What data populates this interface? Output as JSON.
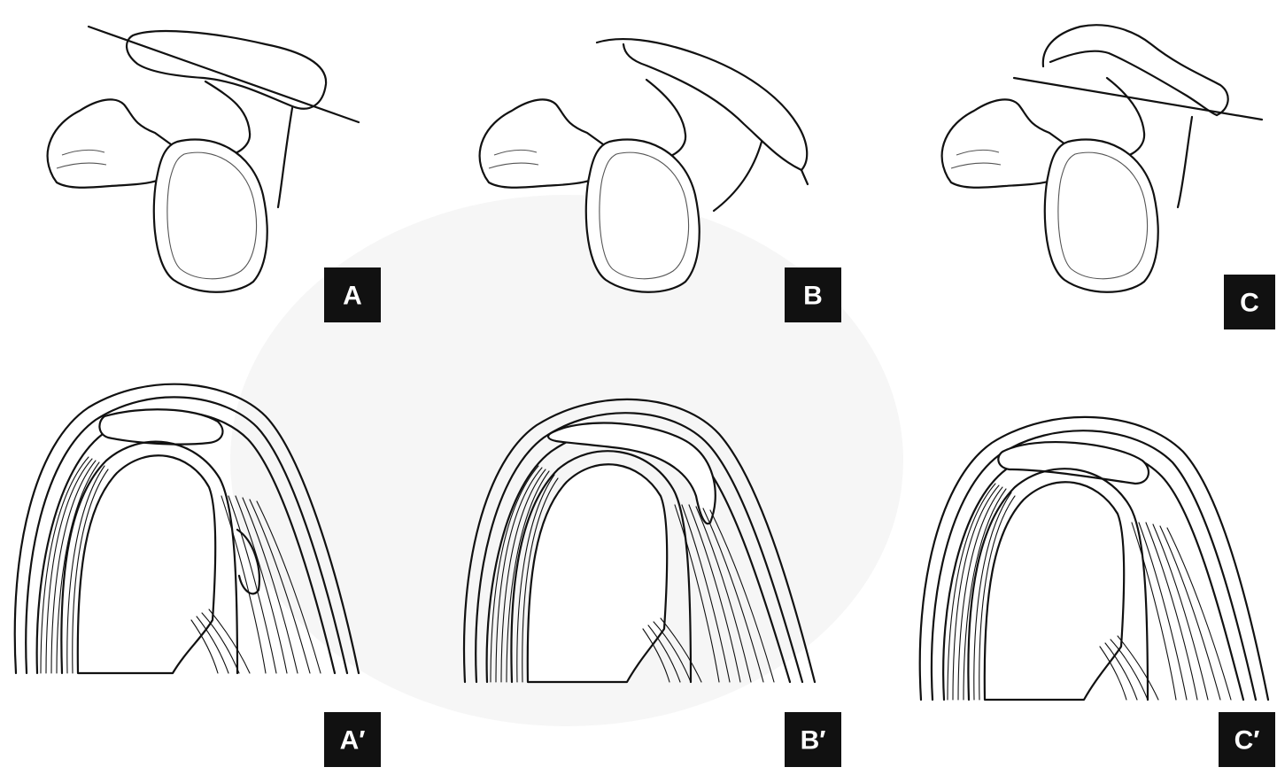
{
  "panels": [
    {
      "id": "A",
      "label": "A"
    },
    {
      "id": "B",
      "label": "B"
    },
    {
      "id": "C",
      "label": "C"
    },
    {
      "id": "A2",
      "label": "A′"
    },
    {
      "id": "B2",
      "label": "B′"
    },
    {
      "id": "C2",
      "label": "C′"
    }
  ]
}
